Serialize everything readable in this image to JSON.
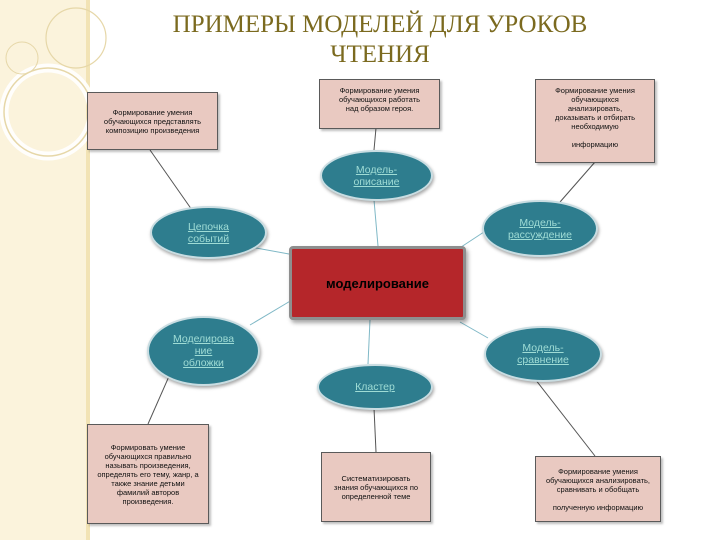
{
  "title": "ПРИМЕРЫ МОДЕЛЕЙ ДЛЯ УРОКОВ ЧТЕНИЯ",
  "center": "моделирование",
  "models": {
    "description": "Модель-\nописание",
    "chain": "Цепочка\nсобытий",
    "reasoning": "Модель-\nрассуждение",
    "cover": "Моделирова\nние\nобложки",
    "comparison": "Модель-\nсравнение",
    "cluster": "Кластер"
  },
  "notes": {
    "composition": "Формирование умения\nобучающихся представлять\nкомпозицию произведения",
    "image": "Формирование умения\nобучающихся работать\nнад образом героя.",
    "analysis": "Формирование умения\nобучающихся\nанализировать,\nдоказывать и отбирать\nнеобходимую\n\nинформацию",
    "naming": "Формировать умение\nобучающихся правильно\nназывать произведения,\nопределять его тему, жанр, а\nтакже знание детьми\nфамилий авторов\nпроизведения.",
    "systematize": "Систематизировать\nзнания обучающихся по\nопределенной теме",
    "compare": "Формирование умения\nобучающихся анализировать,\nсравнивать и обобщать\n\nполученную информацию"
  }
}
